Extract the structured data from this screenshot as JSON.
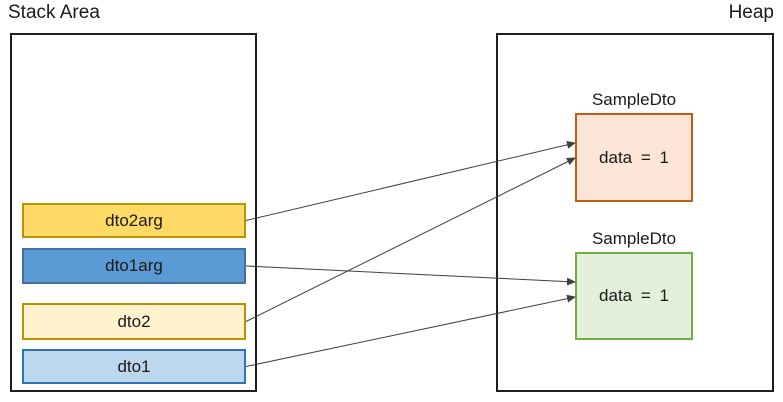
{
  "diagram": {
    "stack": {
      "title": "Stack Area",
      "items": [
        {
          "id": "dto2arg",
          "label": "dto2arg",
          "fill": "#FFD966",
          "border": "#BF9000"
        },
        {
          "id": "dto1arg",
          "label": "dto1arg",
          "fill": "#5B9BD5",
          "border": "#41719C"
        },
        {
          "id": "dto2",
          "label": "dto2",
          "fill": "#FFF2CC",
          "border": "#BF9000"
        },
        {
          "id": "dto1",
          "label": "dto1",
          "fill": "#BDD7EE",
          "border": "#2E74B5"
        }
      ]
    },
    "heap": {
      "title": "Heap",
      "objects": [
        {
          "id": "sampledto1",
          "type_label": "SampleDto",
          "field_text": "data = 1",
          "fill": "#FBE5D6",
          "border": "#C55A11"
        },
        {
          "id": "sampledto2",
          "type_label": "SampleDto",
          "field_text": "data = 1",
          "fill": "#E2EFDA",
          "border": "#70AD47"
        }
      ]
    },
    "arrows": [
      {
        "from": "dto2arg",
        "to": "sampledto1",
        "slot": 0
      },
      {
        "from": "dto2",
        "to": "sampledto1",
        "slot": 1
      },
      {
        "from": "dto1arg",
        "to": "sampledto2",
        "slot": 0
      },
      {
        "from": "dto1",
        "to": "sampledto2",
        "slot": 1
      }
    ],
    "arrow_color": "#404040"
  }
}
